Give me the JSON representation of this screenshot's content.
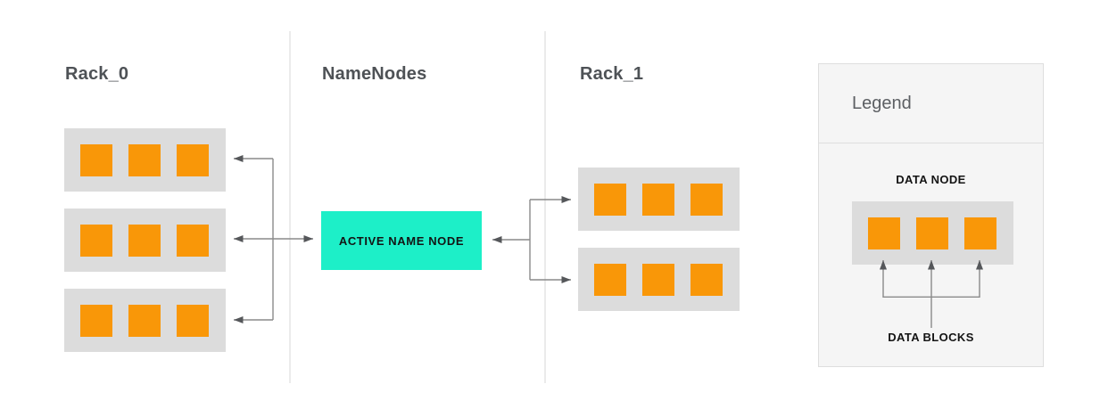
{
  "colors": {
    "background": "#FFFFFF",
    "orange": "#F99708",
    "teal": "#1DEFC8",
    "node_bg": "#DCDCDC",
    "line": "#8A8A8A",
    "arrowhead": "#55575A",
    "divider": "#EBEBEB",
    "title_text": "#4E5256",
    "legend_title_text": "#5C5F63",
    "label_text": "#141414",
    "legend_bg": "#F5F5F5",
    "legend_border": "#DEDEDE"
  },
  "sections": {
    "rack0": {
      "title": "Rack_0",
      "node_count": 3,
      "blocks_per_node": 3
    },
    "namenodes": {
      "title": "NameNodes",
      "active_node_label": "ACTIVE NAME NODE"
    },
    "rack1": {
      "title": "Rack_1",
      "node_count": 2,
      "blocks_per_node": 3
    }
  },
  "legend": {
    "title": "Legend",
    "data_node_label": "DATA NODE",
    "data_blocks_label": "DATA BLOCKS",
    "node_count": 1,
    "blocks_per_node": 3
  }
}
